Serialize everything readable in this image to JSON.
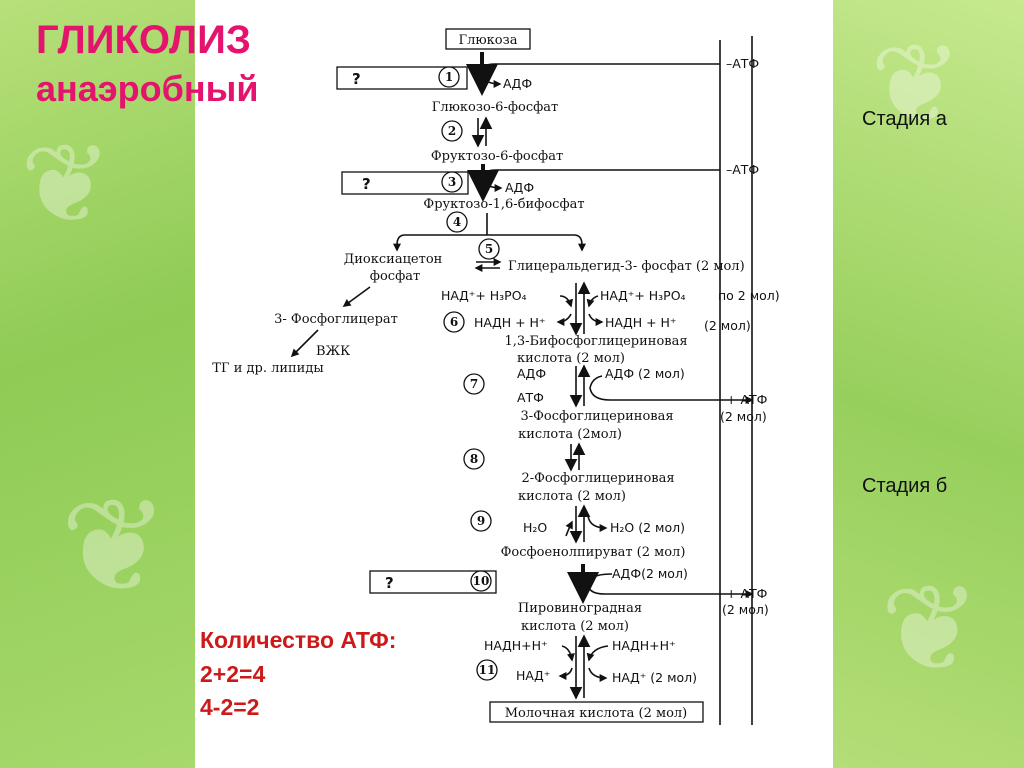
{
  "title": {
    "line1": "ГЛИКОЛИЗ",
    "line2": "анаэробный"
  },
  "stages": {
    "a": "Стадия а",
    "b": "Стадия б"
  },
  "atp_count": {
    "label": "Количество АТФ:",
    "eq1": "2+2=4",
    "eq2": "4-2=2"
  },
  "diagram": {
    "glucose": "Глюкоза",
    "unknown_enzyme": "?",
    "steps": [
      "1",
      "2",
      "3",
      "4",
      "5",
      "6",
      "7",
      "8",
      "9",
      "10",
      "11"
    ],
    "minus_atp": "–АТФ",
    "adp": "АДФ",
    "plus_atp": "+ АТФ",
    "two_mol": "(2 мол)",
    "g6p": "Глюкозо-6-фосфат",
    "f6p": "Фруктозо-6-фосфат",
    "f16bp": "Фруктозо-1,6-бифосфат",
    "dhap_1": "Диоксиацетон",
    "dhap_2": "фосфат",
    "gap": "Глицеральдегид-3- фосфат (2 мол)",
    "phosphoglycerate_3": "3- Фосфоглицерат",
    "vzhk": "ВЖК",
    "tg": "ТГ и др. липиды",
    "nad_h3po4": "НАД⁺+ Н₃РО₄",
    "nad_h3po4_right": "НАД⁺+ Н₃РО₄",
    "po_2_mol": "по 2 мол)",
    "nadh_h": "НАДН + Н⁺",
    "nadh_h_right": "НАДН + Н⁺",
    "bpg_1": "1,3-Бифосфоглицериновая",
    "bpg_2": "кислота (2 мол)",
    "adp_left": "АДФ",
    "adp_2mol": "АДФ (2 мол)",
    "atp_left": "АТФ",
    "pg3_1": "3-Фосфоглицериновая",
    "pg3_2": "кислота (2мол)",
    "pg2_1": "2-Фосфоглицериновая",
    "pg2_2": "кислота (2 мол)",
    "h2o": "Н₂О",
    "h2o_2mol": "Н₂О (2 мол)",
    "pep": "Фосфоенолпируват (2 мол)",
    "adp_2mol_b": "АДФ(2 мол)",
    "pyr_1": "Пировиноградная",
    "pyr_2": "кислота (2 мол)",
    "nadh_h_11": "НАДН+Н⁺",
    "nadh_h_11_right": "НАДН+Н⁺",
    "nad_11": "НАД⁺",
    "nad_11_2mol": "НАД⁺ (2 мол)",
    "lactate": "Молочная кислота (2 мол)"
  }
}
